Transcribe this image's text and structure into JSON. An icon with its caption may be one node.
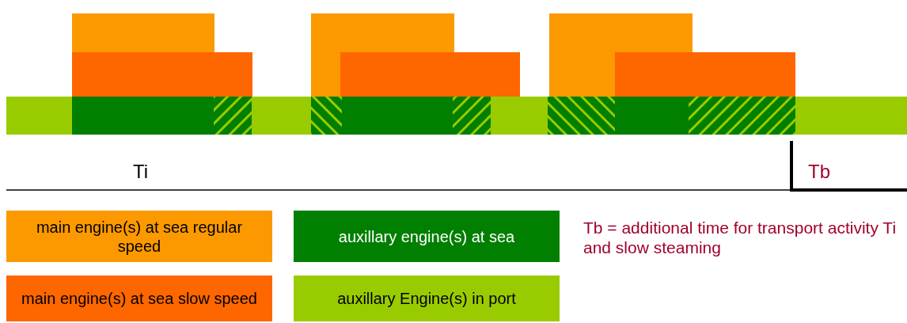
{
  "diagram": {
    "labels": [
      "Ti",
      "Tb",
      "Tb = additional time for transport activity Ti and slow steaming"
    ],
    "legend": [
      {
        "text": "main engine(s) at sea regular speed",
        "color": "#fc9900"
      },
      {
        "text": "auxillary engine(s) at sea",
        "color": "#007f00"
      },
      {
        "text": "main engine(s) at sea slow speed",
        "color": "#fe6600"
      },
      {
        "text": "auxillary Engine(s) in port",
        "color": "#99cc00"
      }
    ]
  }
}
